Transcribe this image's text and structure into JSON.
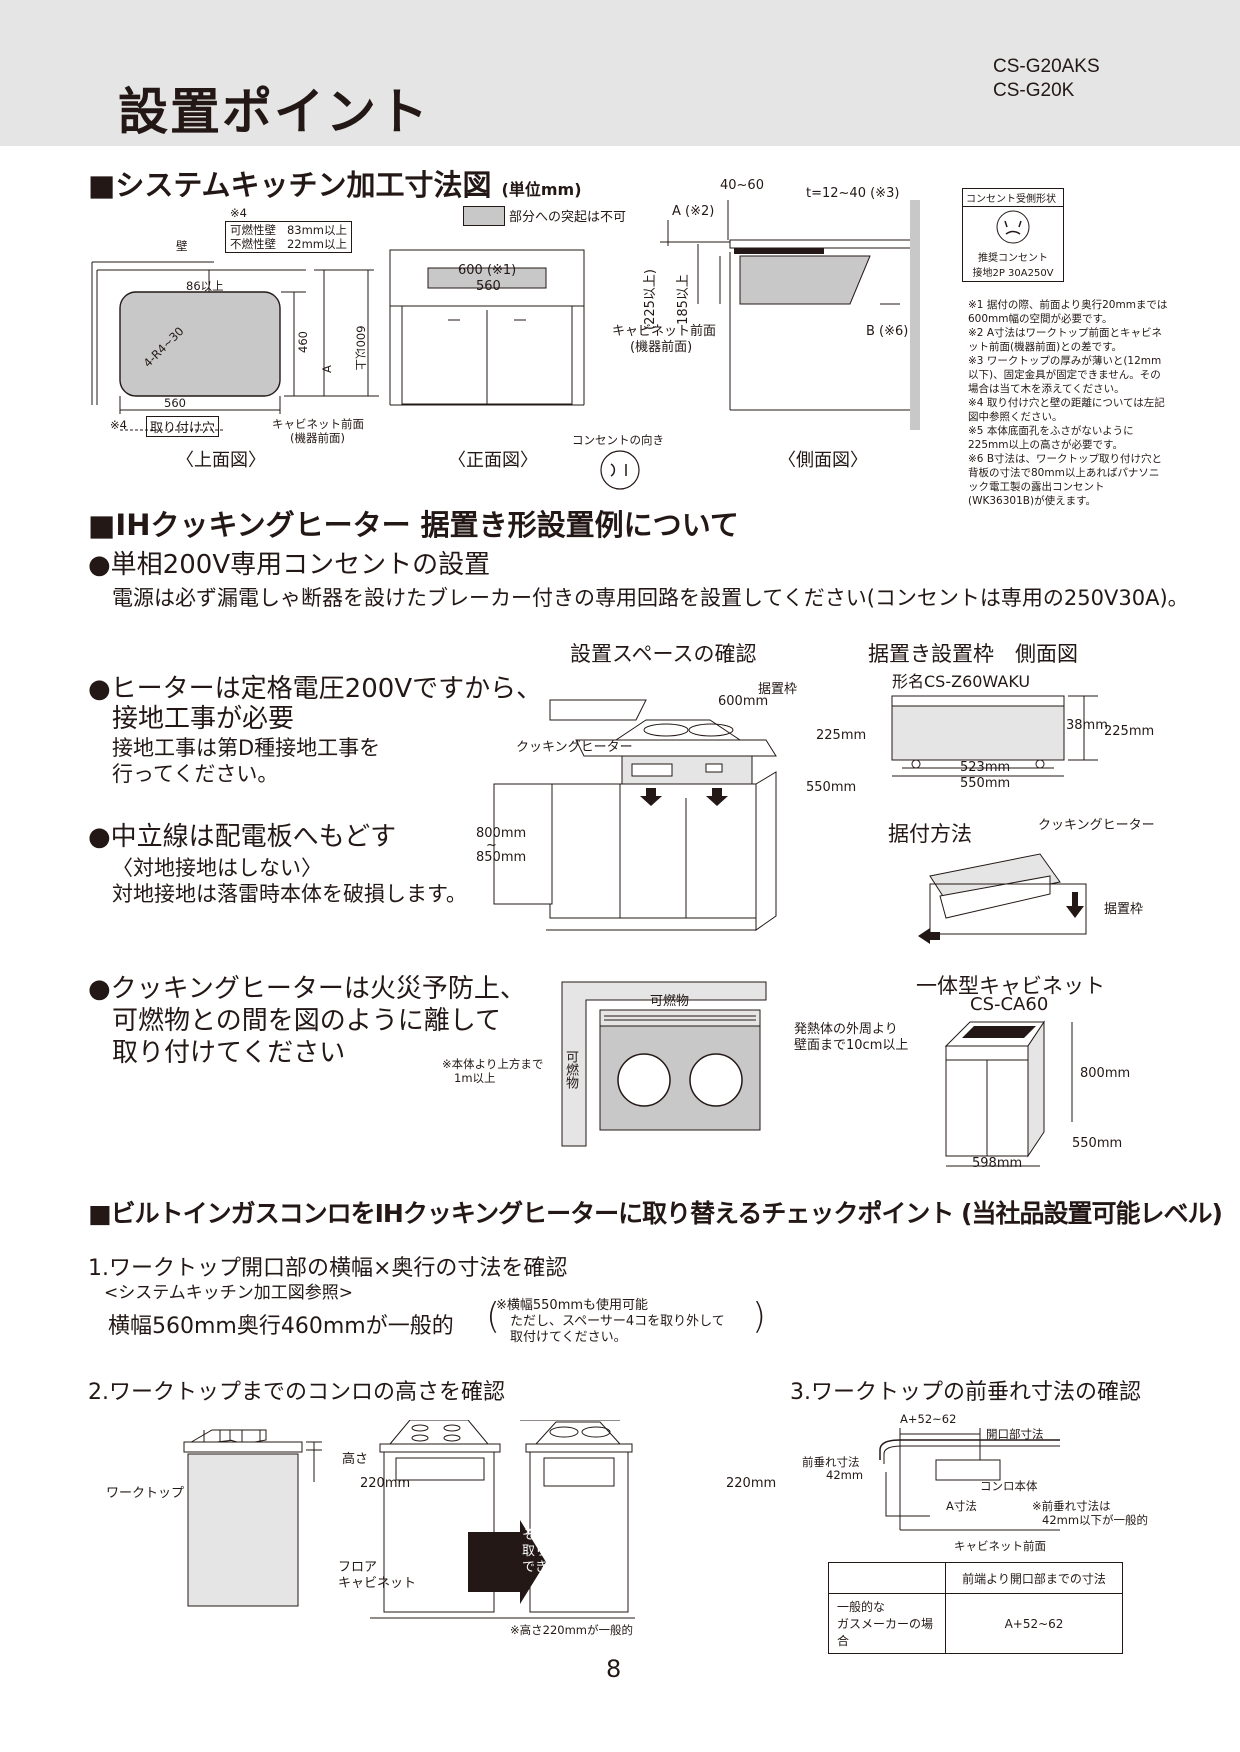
{
  "header": {
    "title": "設置ポイント",
    "models": [
      "CS-G20AKS",
      "CS-G20K"
    ]
  },
  "section1": {
    "heading": "■システムキッチン加工寸法図",
    "unit": "(単位mm)",
    "legend_note": "部分への突起は不可",
    "top_view": {
      "caption": "〈上面図〉",
      "note_ref": "※4",
      "clearance_rows": [
        {
          "label": "可燃性壁",
          "value": "83mm以上"
        },
        {
          "label": "不燃性壁",
          "value": "22mm以上"
        }
      ],
      "wall": "壁",
      "dim_86": "86以上",
      "radius": "4-R4~30",
      "dim_460": "460",
      "dim_600": "600以上",
      "dim_A": "A",
      "dim_560": "560",
      "note_ref2": "※4",
      "hole": "取り付け穴",
      "cabinet_front": "キャビネット前面",
      "device_front": "(機器前面)"
    },
    "front_view": {
      "caption": "〈正面図〉",
      "dim_600": "600 (※1)",
      "dim_560": "560",
      "outlet_direction": "コンセントの向き"
    },
    "side_view": {
      "caption": "〈側面図〉",
      "dim_40_60": "40~60",
      "dim_t": "t=12~40 (※3)",
      "dim_A": "A (※2)",
      "dim_225": "(225以上)",
      "dim_185": "185以上",
      "cabinet_front": "キャビネット前面",
      "device_front": "(機器前面)",
      "dim_B": "B (※6)"
    },
    "outlet_box": {
      "title": "コンセント受側形状",
      "line1": "推奨コンセント",
      "line2": "接地2P 30A250V"
    },
    "notes": [
      "※1 据付の際、前面より奥行20mmまでは600mm幅の空間が必要です。",
      "※2 A寸法はワークトップ前面とキャビネット前面(機器前面)との差です。",
      "※3 ワークトップの厚みが薄いと(12mm以下)、固定金具が固定できません。その場合は当て木を添えてください。",
      "※4 取り付け穴と壁の距離については左記図中参照ください。",
      "※5 本体底面孔をふさがないように225mm以上の高さが必要です。",
      "※6 B寸法は、ワークトップ取り付け穴と背板の寸法で80mm以上あればパナソニック電工製の露出コンセント(WK36301B)が使えます。"
    ]
  },
  "section2": {
    "heading": "■IHクッキングヒーター 据置き形設置例について",
    "outlet_heading": "●単相200V専用コンセントの設置",
    "outlet_text": "電源は必ず漏電しゃ断器を設けたブレーカー付きの専用回路を設置してください(コンセントは専用の250V30A)。",
    "ground_heading_1": "●ヒーターは定格電圧200Vですから、",
    "ground_heading_2": "接地工事が必要",
    "ground_text_1": "接地工事は第D種接地工事を",
    "ground_text_2": "行ってください。",
    "neutral_heading": "●中立線は配電板へもどす",
    "neutral_text_1": "〈対地接地はしない〉",
    "neutral_text_2": "対地接地は落雷時本体を破損します。",
    "fire_heading_1": "●クッキングヒーターは火災予防上、",
    "fire_heading_2": "可燃物との間を図のように離して",
    "fire_heading_3": "取り付けてください",
    "space_fig": {
      "title": "設置スペースの確認",
      "frame": "据置枠",
      "dim_600": "600mm",
      "heater": "クッキングヒーター",
      "dim_225": "225mm",
      "dim_550": "550mm",
      "dim_800": "800mm",
      "tilde": "~",
      "dim_850": "850mm"
    },
    "frame_fig": {
      "title": "据置き設置枠　側面図",
      "model": "形名CS-Z60WAKU",
      "dim_38": "38mm",
      "dim_225": "225mm",
      "dim_523": "523mm",
      "dim_550": "550mm"
    },
    "mount_fig": {
      "title": "据付方法",
      "heater": "クッキングヒーター",
      "frame": "据置枠"
    },
    "clearance_fig": {
      "combustible_top": "可燃物",
      "combustible_side": "可燃物",
      "above_note_1": "※本体より上方まで",
      "above_note_2": "1m以上",
      "side_note_1": "発熱体の外周より",
      "side_note_2": "壁面まで10cm以上"
    },
    "cabinet_fig": {
      "title": "一体型キャビネット",
      "model": "CS-CA60",
      "dim_800": "800mm",
      "dim_550": "550mm",
      "dim_598": "598mm"
    }
  },
  "section3": {
    "heading": "■ビルトインガスコンロをIHクッキングヒーターに取り替えるチェックポイント (当社品設置可能レベル)",
    "step1": "1.ワークトップ開口部の横幅×奥行の寸法を確認",
    "step1_ref": "<システムキッチン加工図参照>",
    "step1_main": "横幅560mm奥行460mmが一般的",
    "step1_note_1": "※横幅550mmも使用可能",
    "step1_note_2": "ただし、スペーサー4コを取り外して",
    "step1_note_3": "取付けてください。",
    "step2": "2.ワークトップまでのコンロの高さを確認",
    "step2_fig": {
      "height": "高さ",
      "worktop": "ワークトップ",
      "dim_220_left": "220mm",
      "floor": "フロア",
      "cabinet": "キャビネット",
      "replace_1": "そのまま",
      "replace_2": "取り替え",
      "replace_3": "できます。",
      "dim_220_right": "220mm",
      "footnote": "※高さ220mmが一般的"
    },
    "step3": "3.ワークトップの前垂れ寸法の確認",
    "step3_fig": {
      "dim_a": "A+52~62",
      "opening": "開口部寸法",
      "hang_label": "前垂れ寸法",
      "hang_value": "42mm",
      "body": "コンロ本体",
      "a_dim": "A寸法",
      "note_1": "※前垂れ寸法は",
      "note_2": "42mm以下が一般的",
      "cabinet_front": "キャビネット前面"
    },
    "table": {
      "header": "前端より開口部までの寸法",
      "row_label_1": "一般的な",
      "row_label_2": "ガスメーカーの場合",
      "row_value": "A+52~62"
    }
  },
  "page_number": "8"
}
